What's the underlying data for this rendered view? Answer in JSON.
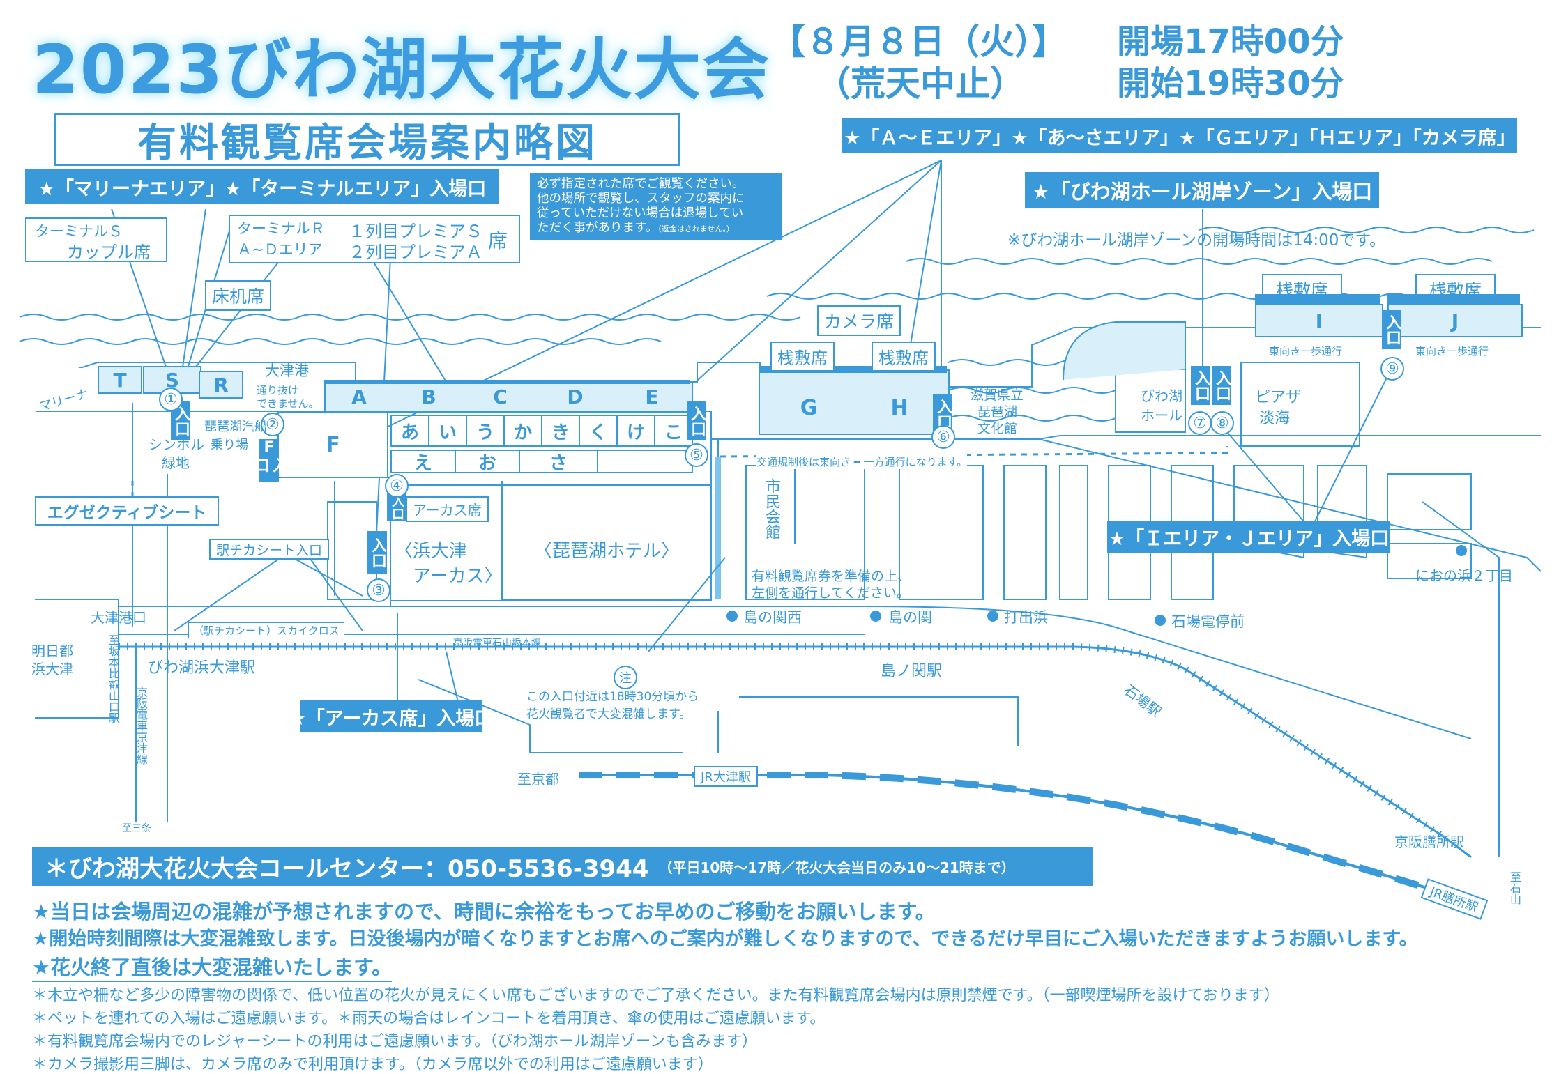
{
  "title": "2023びわ湖大花火大会",
  "date": "【８月８日（火）】",
  "rain": "（荒天中止）",
  "open_time": "開場17時00分",
  "start_time": "開始19時30分",
  "subtitle": "有料観覧席会場案内略図",
  "callouts": {
    "marina_terminal": "★「マリーナエリア」★「ターミナルエリア」入場口",
    "area_ae": "★「Ａ～Ｅエリア」★「あ～さエリア」★「Ｇエリア」「Ｈエリア」「カメラ席」",
    "biwako_hall": "★「びわ湖ホール湖岸ゾーン」入場口",
    "biwako_hall_note": "※びわ湖ホール湖岸ゾーンの開場時間は14:00です。",
    "ij": "★「Ｉエリア・Ｊエリア」入場口",
    "arcus": "★「アーカス席」入場口",
    "executive": "エグゼクティブシート",
    "ekichika": "駅チカシート入口",
    "terminal_s": "ターミナルＳ",
    "couple": "カップル席",
    "terminal_r": "ターミナルＲ",
    "ad_area": "Ａ~Ｄエリア",
    "premier_s": "１列目プレミアＳ",
    "premier_a": "２列目プレミアＡ",
    "seki": "席",
    "yukazukue": "床机席",
    "warning_1": "必ず指定された席でご観覧ください。",
    "warning_2": "他の場所で観覧し、スタッフの案内に",
    "warning_3": "従っていただけない場合は退場してい",
    "warning_4": "ただく事があります。",
    "warning_5": "（返金はされません。）"
  },
  "areas": {
    "T": "T",
    "S": "S",
    "R": "R",
    "F": "F",
    "A": "A",
    "B": "B",
    "C": "C",
    "D": "D",
    "E": "E",
    "row1": [
      "あ",
      "い",
      "う",
      "か",
      "き",
      "く",
      "け",
      "こ"
    ],
    "row2": [
      "え",
      "お",
      "さ"
    ],
    "G": "G",
    "H": "H",
    "I": "I",
    "J": "J",
    "camera": "カメラ席",
    "sajiki": "桟敷席",
    "arcus_seat": "アーカス席"
  },
  "entrances": {
    "label": "入口",
    "numbers": [
      "①",
      "②",
      "③",
      "④",
      "⑤",
      "⑥",
      "⑦",
      "⑧",
      "⑨"
    ],
    "f_label": "F"
  },
  "places": {
    "marina": "マリーナ",
    "otsu_port": "大津港",
    "no_through_1": "通り抜け",
    "no_through_2": "できません。",
    "symbol_1": "シンボル",
    "symbol_2": "緑地",
    "biwako_kisen_1": "琵琶湖汽船",
    "biwako_kisen_2": "乗り場",
    "hama_otsu_arcus_1": "〈浜大津",
    "hama_otsu_arcus_2": "アーカス〉",
    "biwako_hotel": "〈琵琶湖ホテル〉",
    "shimin_kaikan": "市民会館",
    "shiga_bunka_1": "滋賀県立",
    "shiga_bunka_2": "琵琶湖",
    "shiga_bunka_3": "文化館",
    "biwako_hall_1": "びわ湖",
    "biwako_hall_2": "ホール",
    "piazza_1": "ピアザ",
    "piazza_2": "淡海",
    "traffic": "交通規制後は東向き ━ 一方通行になります。",
    "eastbound": "東向き一歩通行",
    "ticket_note_1": "有料観覧席券を準備の上、",
    "ticket_note_2": "左側を通行してください。",
    "shimanoseki_west": "島の関西",
    "shimanoseki": "島の関",
    "uchidehama": "打出浜",
    "ishiba_stop": "石場電停前",
    "nionohama": "におの浜２丁目",
    "otsu_port_junction": "大津港口",
    "ashita_1": "明日都",
    "ashita_2": "浜大津",
    "skycross": "（駅チカシート）スカイクロス",
    "keihan_line": "京阪電車石山坂本線",
    "biwako_hamaotsu_st": "びわ湖浜大津駅",
    "shimanoseki_st": "島ノ関駅",
    "ishiba_st": "石場駅",
    "sakamoto_dir": "至坂本比叡山口駅",
    "keishin_line": "京阪電車京津線",
    "sanjo_dir": "至三条",
    "kyoto_dir": "至京都",
    "jr_otsu": "JR大津駅",
    "keihan_zeze": "京阪膳所駅",
    "jr_zeze": "JR膳所駅",
    "ishiyama_dir": "至石山",
    "congestion_mark": "注",
    "congestion_1": "この入口付近は18時30分頃から",
    "congestion_2": "花火観覧者で大変混雑します。"
  },
  "call_center": "＊びわ湖大花火大会コールセンター：050-5536-3944",
  "call_center_hours": "（平日10時～17時／花火大会当日のみ10～21時まで）",
  "notes": [
    "★当日は会場周辺の混雑が予想されますので、時間に余裕をもってお早めのご移動をお願いします。",
    "★開始時刻間際は大変混雑致します。日没後場内が暗くなりますとお席へのご案内が難しくなりますので、できるだけ早目にご入場いただきますようお願いします。",
    "★花火終了直後は大変混雑いたします。"
  ],
  "small_notes": [
    "＊木立や柵など多少の障害物の関係で、低い位置の花火が見えにくい席もございますのでご了承ください。また有料観覧席会場内は原則禁煙です。（一部喫煙場所を設けております）",
    "＊ペットを連れての入場はご遠慮願います。＊雨天の場合はレインコートを着用頂き、傘の使用はご遠慮願います。",
    "＊有料観覧席会場内でのレジャーシートの利用はご遠慮願います。（びわ湖ホール湖岸ゾーンも含みます）",
    "＊カメラ撮影用三脚は、カメラ席のみで利用頂けます。（カメラ席以外での利用はご遠慮願います）"
  ],
  "colors": {
    "primary": "#3a9ad9",
    "light": "#d9f0fb",
    "glow": "#a8e6ff"
  }
}
